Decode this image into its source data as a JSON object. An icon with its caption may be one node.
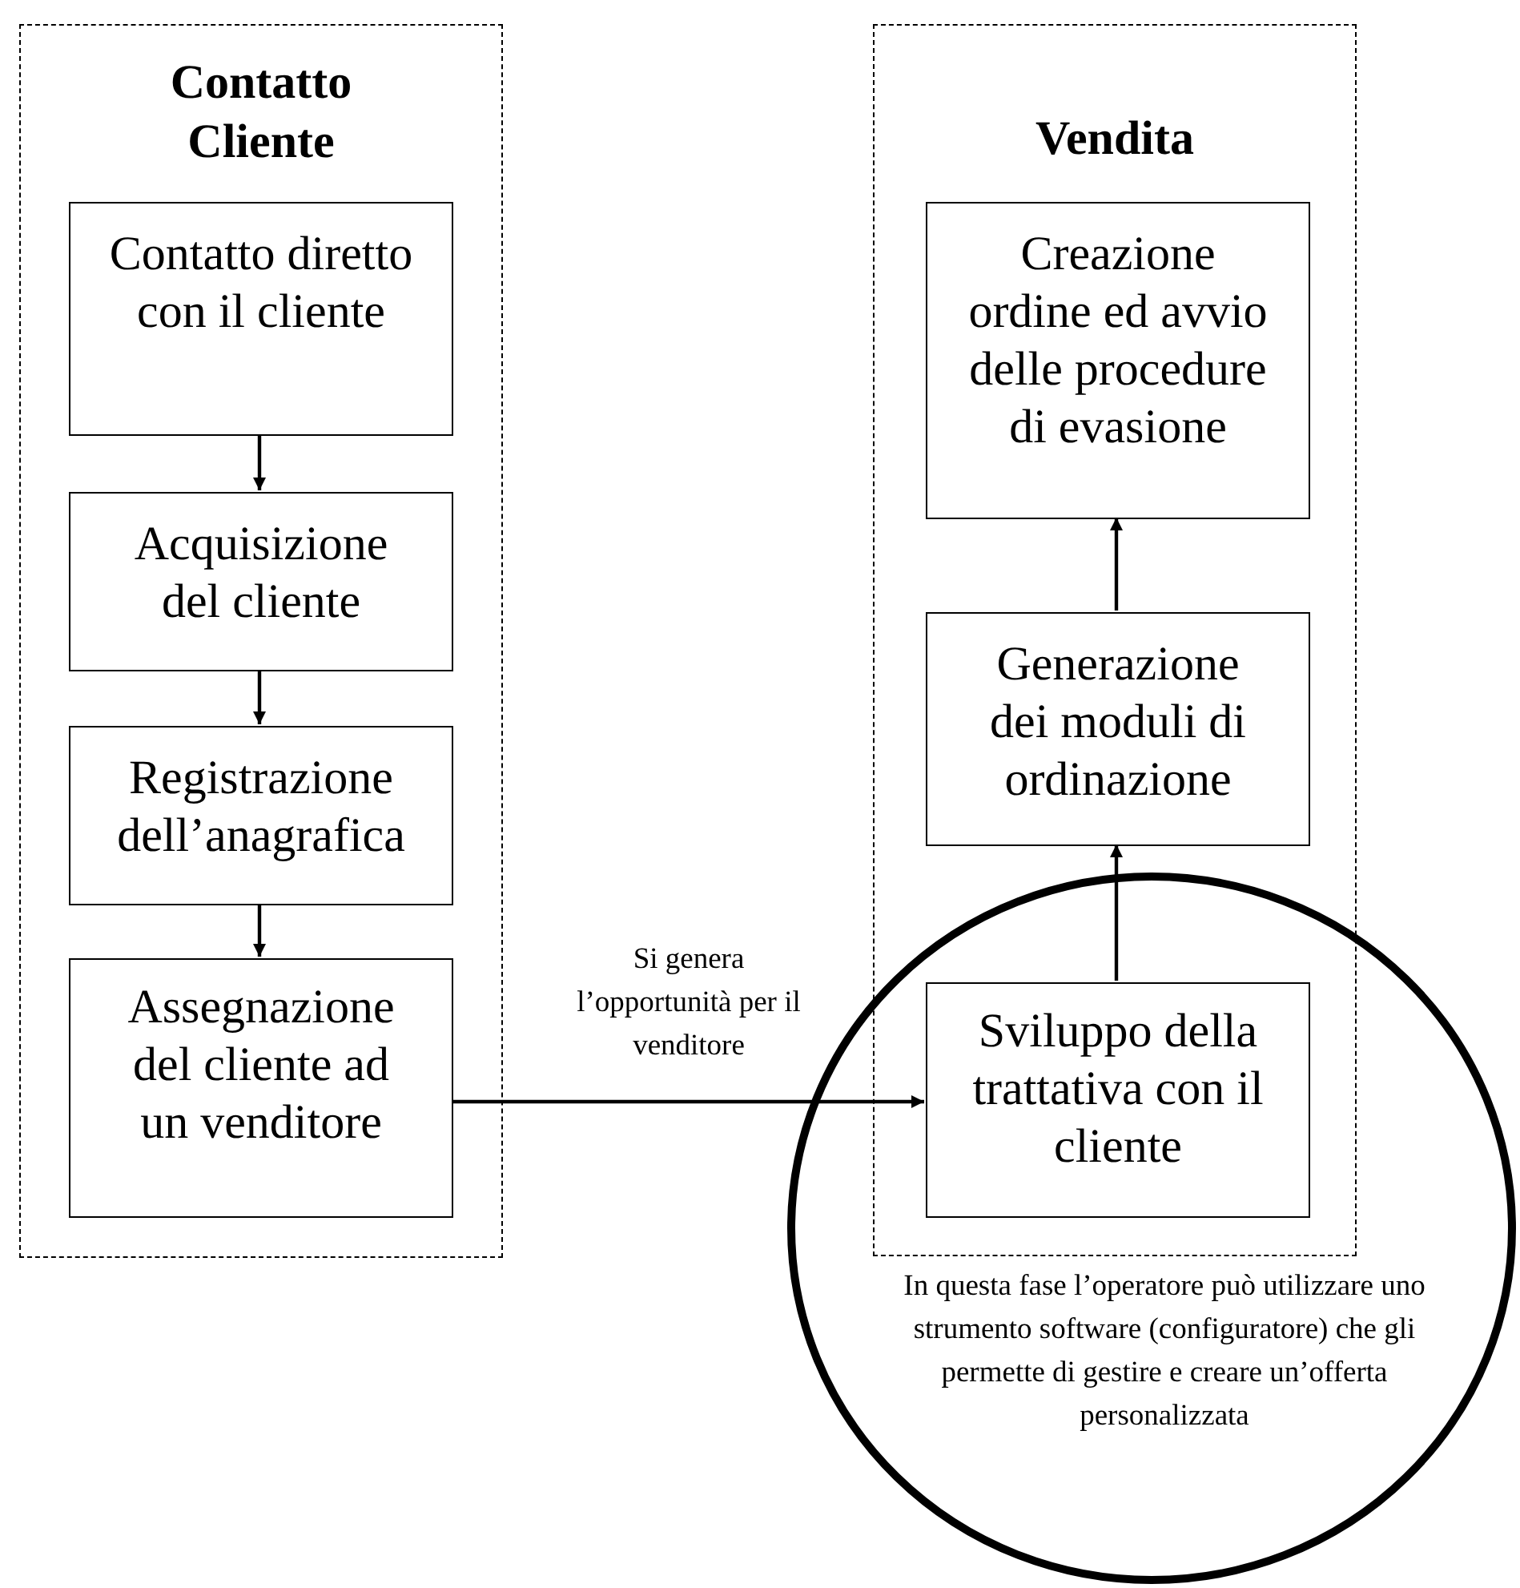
{
  "diagram": {
    "nodes": [
      {
        "text": [
          "Contatto Cliente"
        ]
      },
      {
        "text": [
          "Contatto diretto con il cliente"
        ],
        "in": 0
      },
      {
        "text": [
          "Acquisizione del cliente"
        ],
        "in": 0
      },
      {
        "text": [
          "Registrazione dell’anagrafica"
        ],
        "in": 0
      },
      {
        "text": [
          "Assegnazione del cliente ad un venditore"
        ],
        "in": 0
      },
      {
        "text": [
          "Vendita"
        ]
      },
      {
        "text": [
          "Creazione ordine ed avvio delle procedure di evasione"
        ],
        "in": 5
      },
      {
        "text": [
          "Generazione dei moduli di ordinazione"
        ],
        "in": 5
      },
      {
        "text": [
          "Sviluppo della trattativa con il cliente"
        ],
        "in": 5
      },
      {
        "text": [
          "In questa fase l’operatore può utilizzare uno strumento software (configuratore) che gli permette di gestire e creare un’offerta personalizzata"
        ]
      }
    ],
    "edges": [
      {
        "from": 1,
        "to": 2,
        "arrow": "to"
      },
      {
        "from": 2,
        "to": 3,
        "arrow": "to"
      },
      {
        "from": 3,
        "to": 4,
        "arrow": "to"
      },
      {
        "from": 4,
        "to": 8,
        "arrow": "to",
        "label": "Si genera l’opportunità per il venditore"
      },
      {
        "from": 8,
        "to": 7,
        "arrow": "to"
      },
      {
        "from": 7,
        "to": 6,
        "arrow": "to"
      }
    ]
  }
}
